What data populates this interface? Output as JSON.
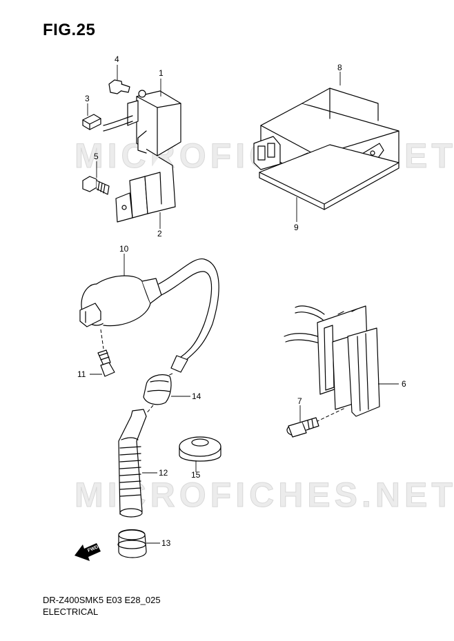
{
  "figure": {
    "title": "FIG.25"
  },
  "footer": {
    "code": "DR-Z400SMK5 E03 E28_025",
    "name": "ELECTRICAL"
  },
  "watermark": "MICROFICHES.NET",
  "fwd_label": "FWD",
  "callouts": [
    "1",
    "2",
    "3",
    "4",
    "5",
    "6",
    "7",
    "8",
    "9",
    "10",
    "11",
    "12",
    "13",
    "14",
    "15"
  ]
}
